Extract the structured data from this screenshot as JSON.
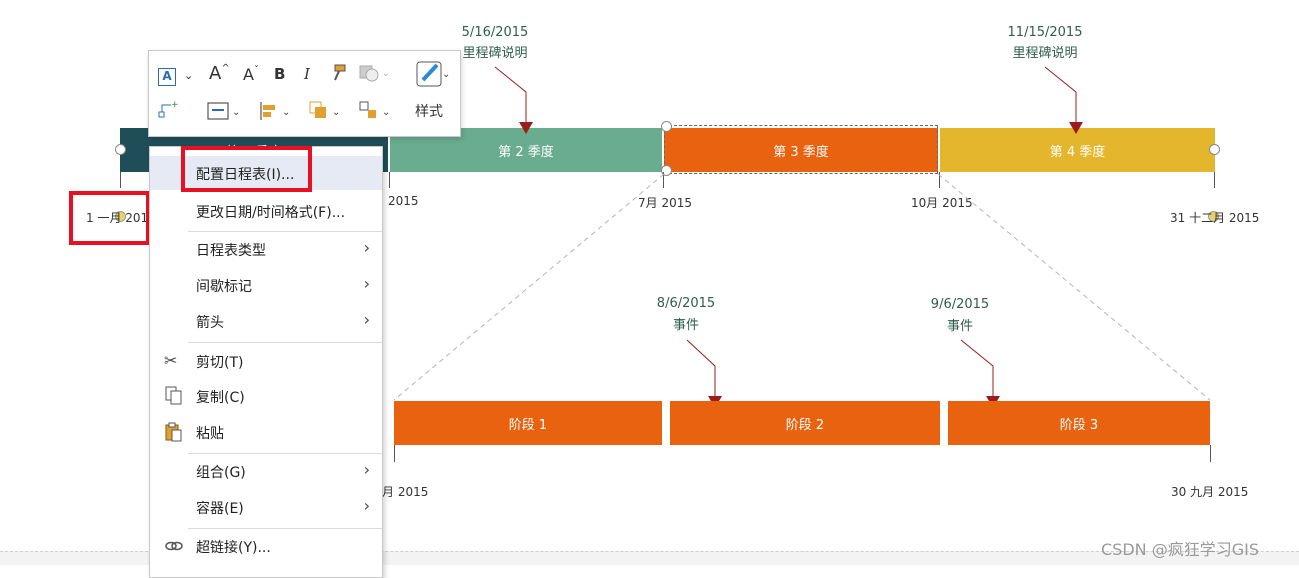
{
  "timeline": {
    "quarters": [
      {
        "label": "第 1 季度",
        "color": "#1f4e58"
      },
      {
        "label": "第 2 季度",
        "color": "#6aac90"
      },
      {
        "label": "第 3 季度",
        "color": "#e8620f"
      },
      {
        "label": "第 4 季度",
        "color": "#e3b62b"
      }
    ],
    "date_labels": [
      "1 一月 2015",
      "2015",
      "7月 2015",
      "10月 2015",
      "31 十二月 2015"
    ],
    "milestones": [
      {
        "date": "5/16/2015",
        "desc": "里程碑说明"
      },
      {
        "date": "11/15/2015",
        "desc": "里程碑说明"
      }
    ]
  },
  "expanded": {
    "phases": [
      {
        "label": "阶段 1"
      },
      {
        "label": "阶段 2"
      },
      {
        "label": "阶段 3"
      }
    ],
    "phase_color": "#e8620f",
    "date_labels": [
      "月 2015",
      "30 九月 2015"
    ],
    "events": [
      {
        "date": "8/6/2015",
        "desc": "事件"
      },
      {
        "date": "9/6/2015",
        "desc": "事件"
      }
    ]
  },
  "toolbar": {
    "style_label": "样式"
  },
  "context_menu": {
    "items": [
      {
        "label": "配置日程表(I)...",
        "icon": "none"
      },
      {
        "label": "更改日期/时间格式(F)...",
        "icon": "none"
      },
      {
        "label": "日程表类型",
        "icon": "none"
      },
      {
        "label": "间歇标记",
        "icon": "none"
      },
      {
        "label": "箭头",
        "icon": "none"
      },
      {
        "label": "剪切(T)",
        "icon": "scissors-icon"
      },
      {
        "label": "复制(C)",
        "icon": "copy-icon"
      },
      {
        "label": "粘贴",
        "icon": "paste-icon"
      },
      {
        "label": "组合(G)",
        "icon": "none"
      },
      {
        "label": "容器(E)",
        "icon": "none"
      },
      {
        "label": "超链接(Y)...",
        "icon": "link-icon"
      }
    ]
  },
  "colors": {
    "highlight": "#e81123",
    "menu_selected": "#e5eaf5",
    "milestone_marker": "#9b1c1c"
  },
  "watermark": "CSDN @疯狂学习GIS"
}
